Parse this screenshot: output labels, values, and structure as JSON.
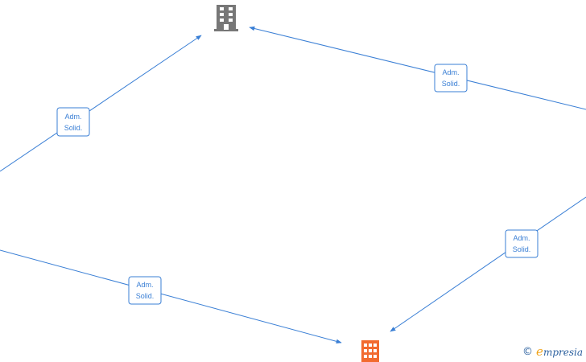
{
  "nodes": [
    {
      "id": "company-top",
      "icon": "building-icon",
      "color": "#777777"
    },
    {
      "id": "company-bottom",
      "icon": "building-icon",
      "color": "#f26a2e"
    }
  ],
  "edges": [
    {
      "id": "edge-left-top",
      "label_line1": "Adm.",
      "label_line2": "Solid."
    },
    {
      "id": "edge-right-top",
      "label_line1": "Adm.",
      "label_line2": "Solid."
    },
    {
      "id": "edge-left-bottom",
      "label_line1": "Adm.",
      "label_line2": "Solid."
    },
    {
      "id": "edge-right-bottom",
      "label_line1": "Adm.",
      "label_line2": "Solid."
    }
  ],
  "colors": {
    "edge": "#3a7fd5",
    "watermark": "#2a5f9e",
    "watermark_accent": "#f0a31a"
  },
  "watermark": {
    "copyright_symbol": "©",
    "brand_initial": "e",
    "brand_rest": "mpresia"
  }
}
